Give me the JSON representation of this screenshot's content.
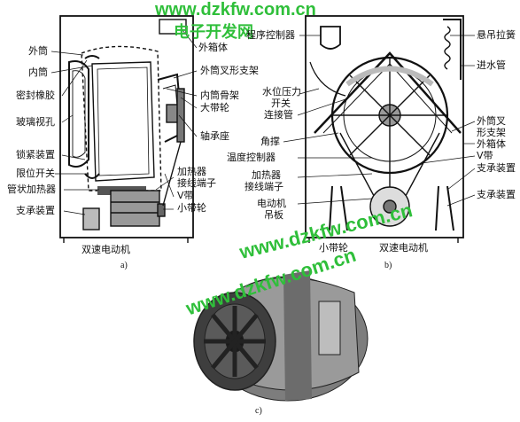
{
  "watermarks": {
    "top_url": "www.dzkfw.com.cn",
    "top_cn": "电子开发网",
    "mid_url": "www.dzkfw.com.cn",
    "low_url": "www.dzkfw.com.cn"
  },
  "figure_a": {
    "caption": "a)",
    "labels": {
      "outer_tub": "外筒",
      "inner_tub": "内筒",
      "seal_rubber": "密封橡胶",
      "glass_window": "玻璃视孔",
      "lock_device": "锁紧装置",
      "limit_switch": "限位开关",
      "tube_heater": "管状加热器",
      "support_a": "支承装置",
      "cabinet": "外箱体",
      "outer_tub_bracket": "外筒叉形支架",
      "inner_tub_frame": "内筒骨架",
      "big_pulley": "大带轮",
      "bearing_seat": "轴承座",
      "heater_terminal": "加热器",
      "heater_terminal2": "接线端子",
      "v_belt": "V带",
      "small_pulley": "小带轮",
      "motor": "双速电动机"
    }
  },
  "figure_b": {
    "caption": "b)",
    "labels": {
      "program_controller": "程序控制器",
      "suspension_spring": "悬吊拉簧",
      "inlet_pipe": "进水管",
      "water_pressure_switch": "水位压力",
      "water_pressure_switch2": "开关",
      "connect_pipe": "连接管",
      "corner_brace": "角撑",
      "temp_controller": "温度控制器",
      "heater_terminal": "加热器",
      "heater_terminal2": "接线端子",
      "motor_hanger": "电动机",
      "motor_hanger2": "吊板",
      "outer_bracket": "外筒叉",
      "outer_bracket2": "形支架",
      "cabinet": "外箱体",
      "v_belt": "V带",
      "support_b1": "支承装置",
      "support_b2": "支承装置",
      "small_pulley": "小带轮",
      "motor": "双速电动机"
    }
  },
  "figure_c": {
    "caption": "c)"
  }
}
